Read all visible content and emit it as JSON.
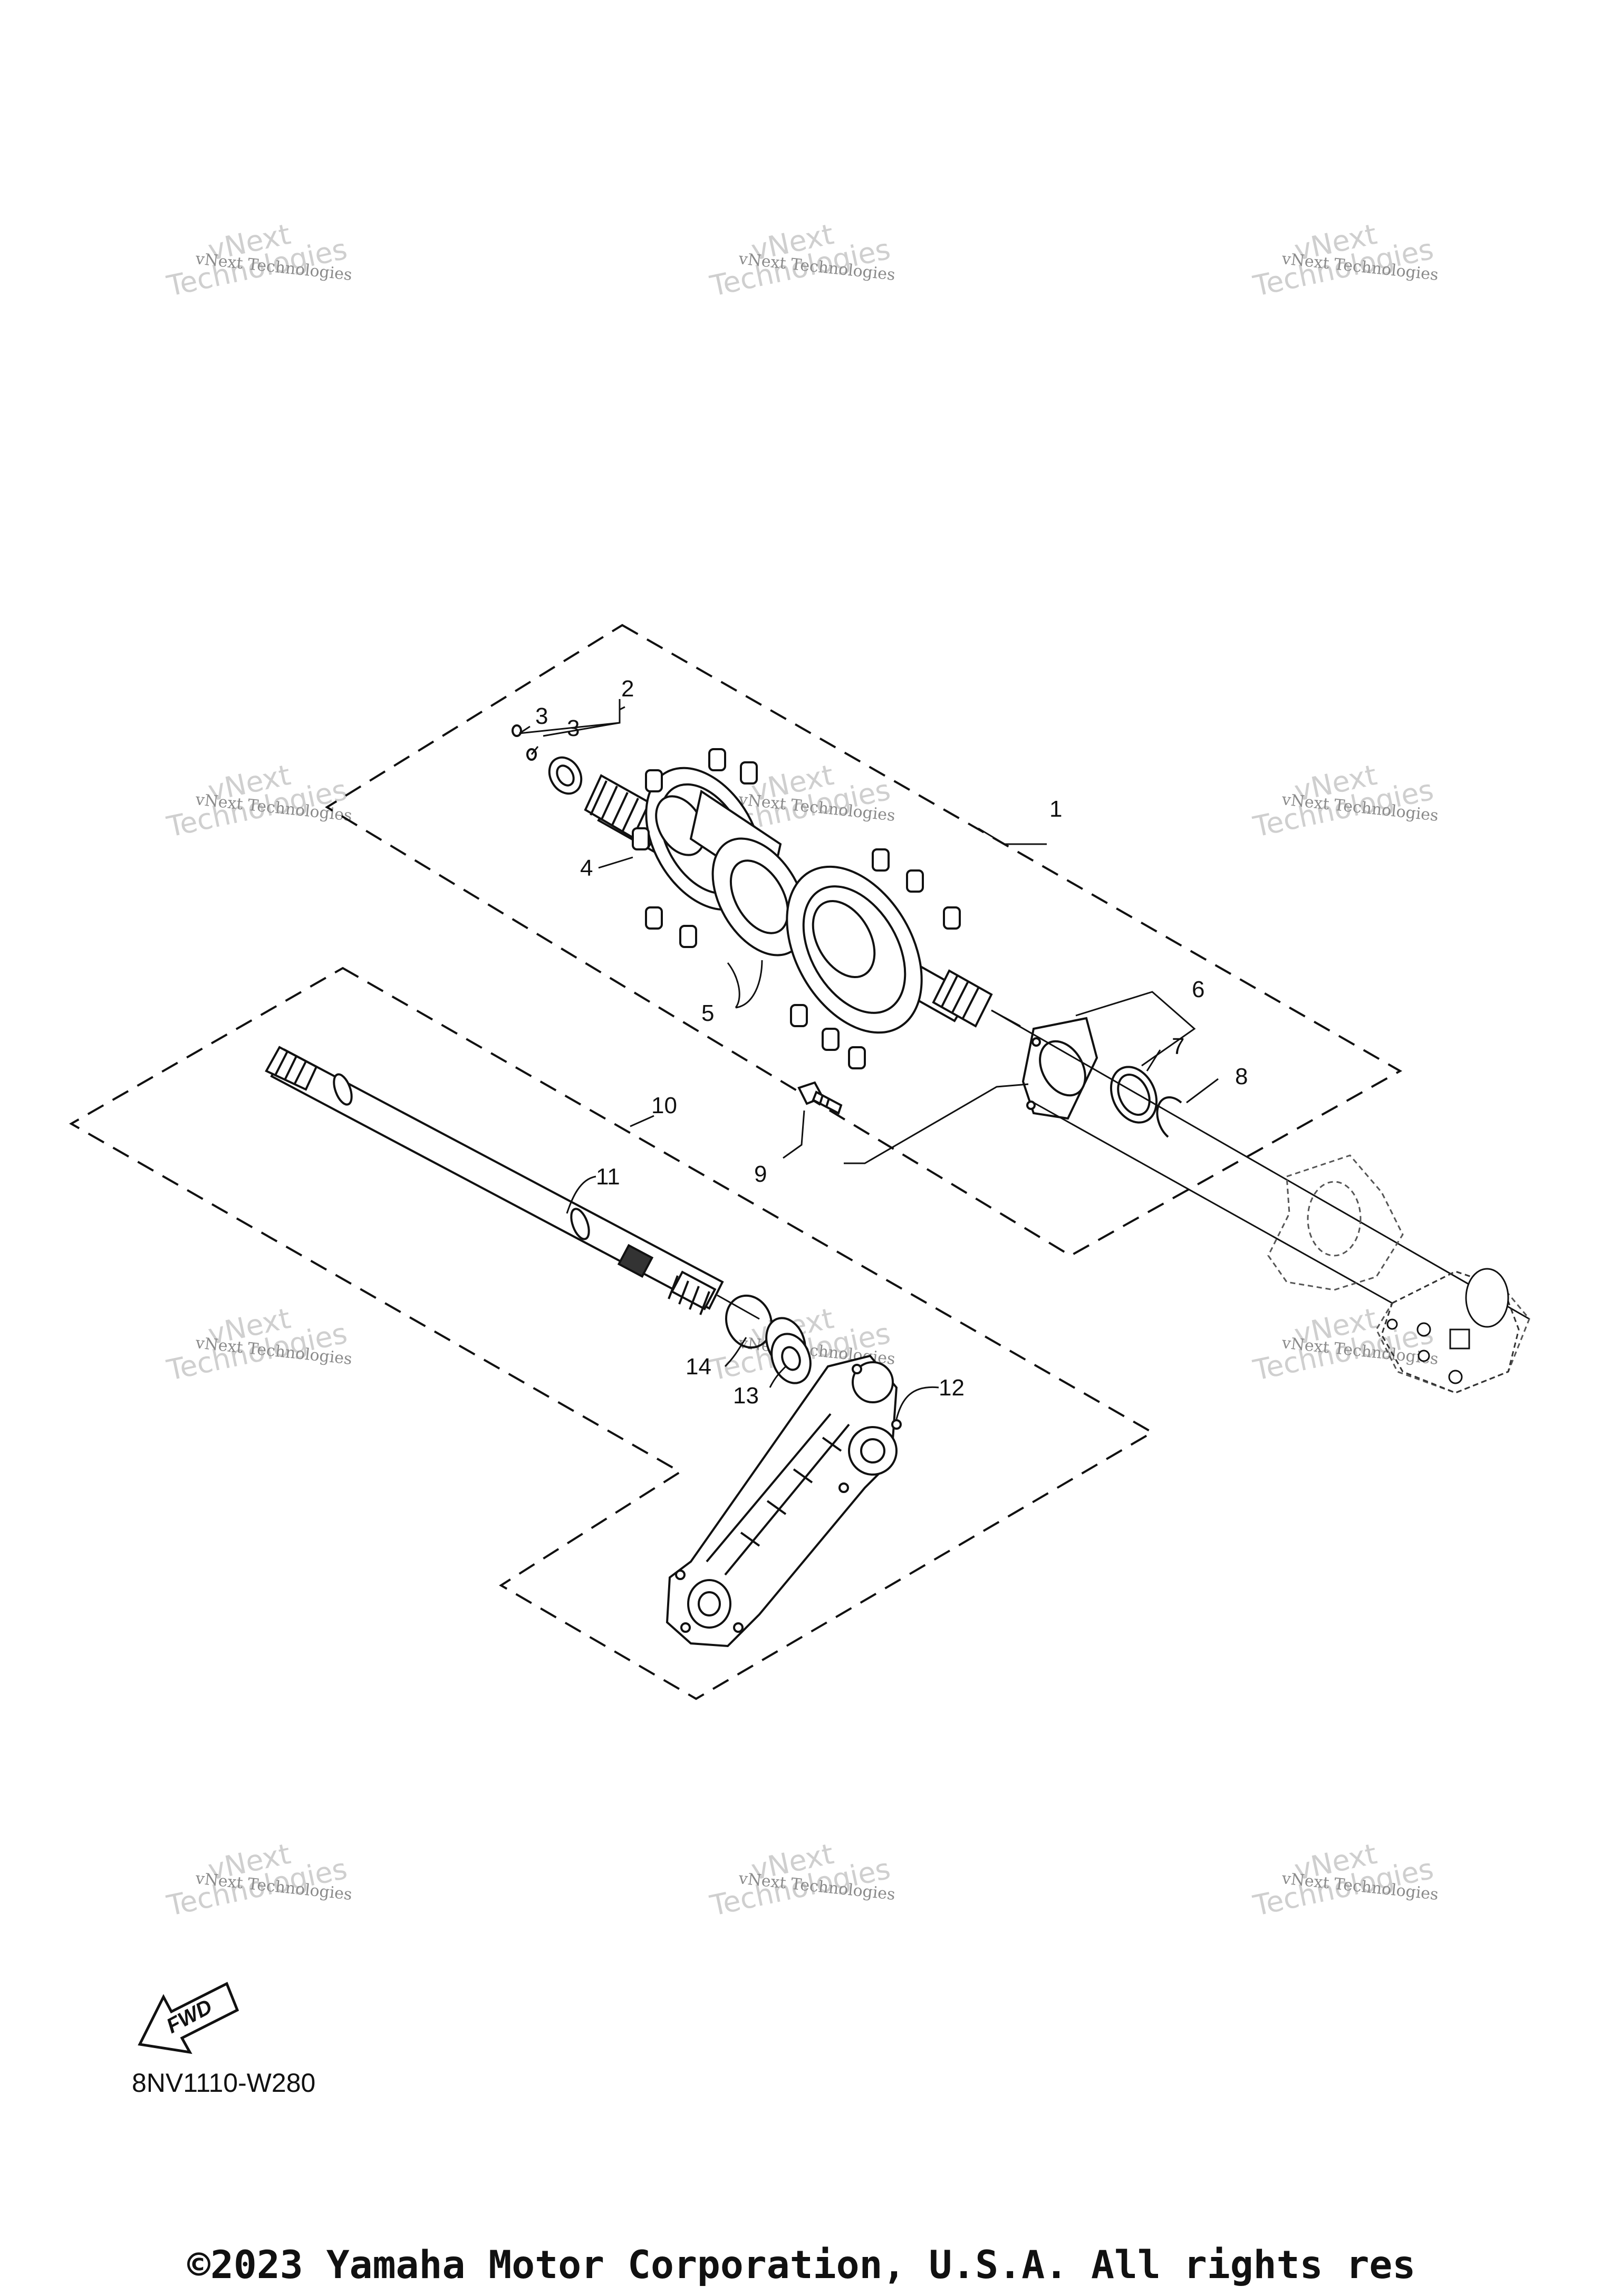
{
  "callouts": [
    "1",
    "2",
    "3",
    "3",
    "4",
    "5",
    "6",
    "7",
    "8",
    "9",
    "10",
    "11",
    "12",
    "13",
    "14"
  ],
  "watermark": {
    "line1": "vNext Technologies",
    "line2": "Technologies",
    "overlay": "vNext"
  },
  "fwd_label": "FWD",
  "diagram_code": "8NV1110-W280",
  "copyright": "©2023 Yamaha Motor Corporation, U.S.A. All rights res"
}
